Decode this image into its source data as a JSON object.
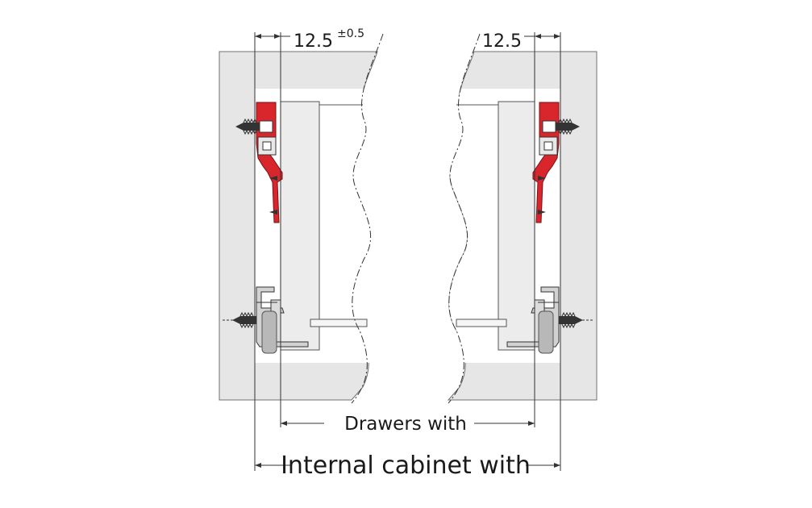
{
  "dimensions": {
    "left_gap": "12.5",
    "left_tolerance": "±0.5",
    "right_gap": "12.5",
    "drawer_width_label": "Drawers with",
    "cabinet_width_label": "Internal cabinet with"
  },
  "colors": {
    "panel_fill": "#e6e6e6",
    "panel_stroke": "#707070",
    "hinge_red": "#d8262c",
    "line": "#2a2a2a",
    "metal": "#cfcfcf"
  }
}
